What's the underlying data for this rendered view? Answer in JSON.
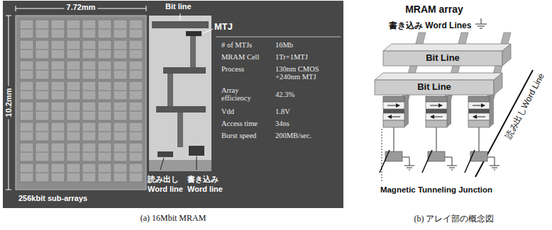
{
  "diagram": {
    "nodes": [
      {
        "text": [
          "Bit Line"
        ]
      },
      {
        "text": [
          "Bit Line"
        ]
      }
    ],
    "labels": [
      "7.72mm",
      "10.2mm",
      "256kbit sub-arrays",
      "Bit line",
      "MTJ",
      "読み出し Word line",
      "書き込み Word line",
      "# of MTJs",
      "16Mb",
      "MRAM Cell",
      "1Tr+1MTJ",
      "Process",
      "130nm CMOS +240nm MTJ",
      "Array efficiency",
      "42.3%",
      "Vdd",
      "1.8V",
      "Access time",
      "34ns",
      "Burst speed",
      "200MB/sec.",
      "MRAM array",
      "書き込み Word Lines",
      "読み出しWord Line",
      "Magnetic Tunneling Junction",
      "(a) 16Mbit MRAM",
      "(b) アレイ部の概念図"
    ]
  }
}
